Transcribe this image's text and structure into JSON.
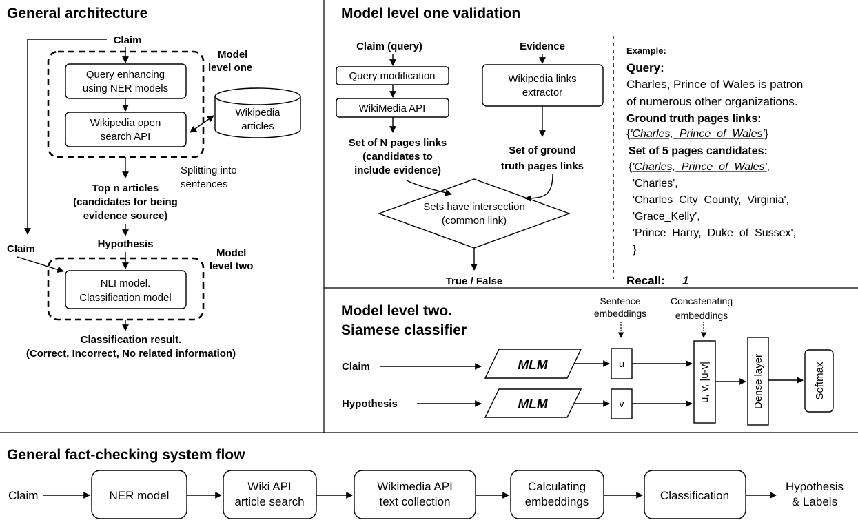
{
  "left": {
    "title": "General architecture",
    "claim": "Claim",
    "model_level_one": [
      "Model",
      "level one"
    ],
    "box_query": [
      "Query enhancing",
      "using NER models"
    ],
    "box_wiki_search": [
      "Wikipedia open",
      "search API"
    ],
    "cylinder": [
      "Wikipedia",
      "articles"
    ],
    "splitting": [
      "Splitting into",
      "sentences"
    ],
    "top_n": [
      "Top n articles",
      "(candidates for being",
      "evidence source)"
    ],
    "hypothesis": "Hypothesis",
    "claim2": "Claim",
    "model_level_two": [
      "Model",
      "level two"
    ],
    "box_nli": [
      "NLI model.",
      "Classification model"
    ],
    "result": [
      "Classification result.",
      "(Correct, Incorrect, No related information)"
    ]
  },
  "validation": {
    "title": "Model level one validation",
    "claim_query": "Claim (query)",
    "evidence": "Evidence",
    "query_mod": "Query modification",
    "wikimedia_api": "WikiMedia API",
    "links_extractor": [
      "Wikipedia links",
      "extractor"
    ],
    "set_n": [
      "Set of N pages links",
      "(candidates to",
      "include evidence)"
    ],
    "set_ground": [
      "Set of ground",
      "truth pages links"
    ],
    "diamond": [
      "Sets have intersection",
      "(common link)"
    ],
    "true_false": "True / False"
  },
  "example": {
    "label": "Example:",
    "query_label": "Query:",
    "query_text": [
      "Charles, Prince of Wales is patron",
      "of numerous other organizations."
    ],
    "gt_label": "Ground truth pages links:",
    "gt_open": "{",
    "gt_link": "'Charles,_Prince_of_Wales'",
    "gt_close": "}",
    "cand_label": "Set of 5 pages candidates:",
    "cand_open": "{",
    "cand_first": "'Charles,_Prince_of_Wales'",
    "cand_first_sep": ",",
    "candidates": [
      "'Charles',",
      "'Charles_City_County,_Virginia',",
      "'Grace_Kelly',",
      "'Prince_Harry,_Duke_of_Sussex',"
    ],
    "cand_close": "}",
    "recall_label": "Recall:",
    "recall_value": "1"
  },
  "siamese": {
    "title": [
      "Model level two.",
      "Siamese classifier"
    ],
    "sentence_emb": [
      "Sentence",
      "embeddings"
    ],
    "concat_emb": [
      "Concatenating",
      "embeddings"
    ],
    "claim": "Claim",
    "hypothesis": "Hypothesis",
    "mlm": "MLM",
    "u": "u",
    "v": "v",
    "concat_box": "u, v, |u-v|",
    "dense": "Dense layer",
    "softmax": "Softmax"
  },
  "flow": {
    "title": "General fact-checking system flow",
    "start": "Claim",
    "steps": [
      [
        "NER model"
      ],
      [
        "Wiki API",
        "article search"
      ],
      [
        "Wikimedia API",
        "text collection"
      ],
      [
        "Calculating",
        "embeddings"
      ],
      [
        "Classification"
      ]
    ],
    "end": [
      "Hypothesis",
      "& Labels"
    ]
  }
}
